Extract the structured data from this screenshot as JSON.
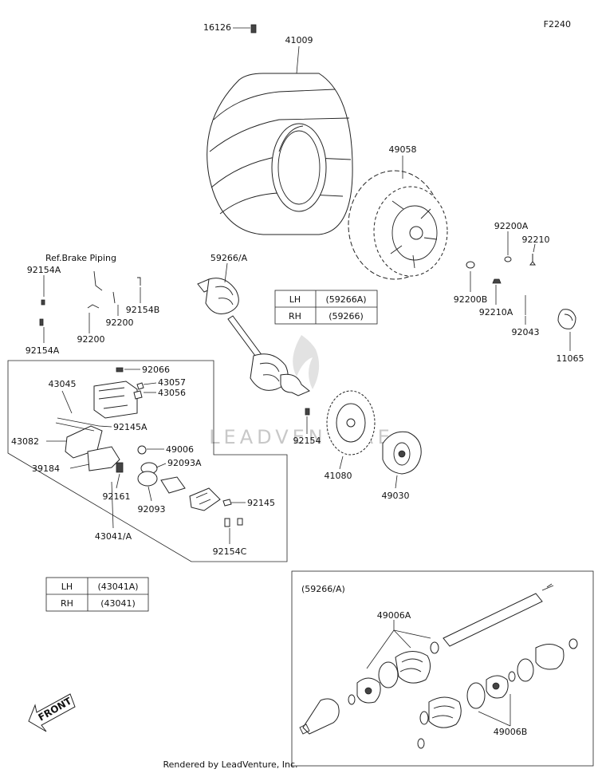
{
  "diagram_code": "F2240",
  "ref_note": "Ref.Brake Piping",
  "labels": {
    "p16126": "16126",
    "p41009": "41009",
    "p49058": "49058",
    "p92200A": "92200A",
    "p92210": "92210",
    "p92200B": "92200B",
    "p92210A": "92210A",
    "p92043": "92043",
    "p11065": "11065",
    "p92154A_1": "92154A",
    "p92154A_2": "92154A",
    "p92200_1": "92200",
    "p92154B": "92154B",
    "p59266A": "59266/A",
    "p92066": "92066",
    "p43057": "43057",
    "p43056": "43056",
    "p43045": "43045",
    "p92145A": "92145A",
    "p43082": "43082",
    "p49006": "49006",
    "p92093A": "92093A",
    "p39184": "39184",
    "p92161": "92161",
    "p92093": "92093",
    "p92145": "92145",
    "p92154C": "92154C",
    "p43041A": "43041/A",
    "p92154_2": "92154",
    "p41080": "41080",
    "p49030": "49030",
    "detail_title": "(59266/A)",
    "p49006A": "49006A",
    "p49006B": "49006B"
  },
  "table_shaft": {
    "rows": [
      {
        "side": "LH",
        "part": "(59266A)"
      },
      {
        "side": "RH",
        "part": "(59266)"
      }
    ]
  },
  "table_caliper": {
    "rows": [
      {
        "side": "LH",
        "part": "(43041A)"
      },
      {
        "side": "RH",
        "part": "(43041)"
      }
    ]
  },
  "front_label": "FRONT",
  "watermark": "LEADVENTURE",
  "footer": "Rendered by LeadVenture, Inc."
}
